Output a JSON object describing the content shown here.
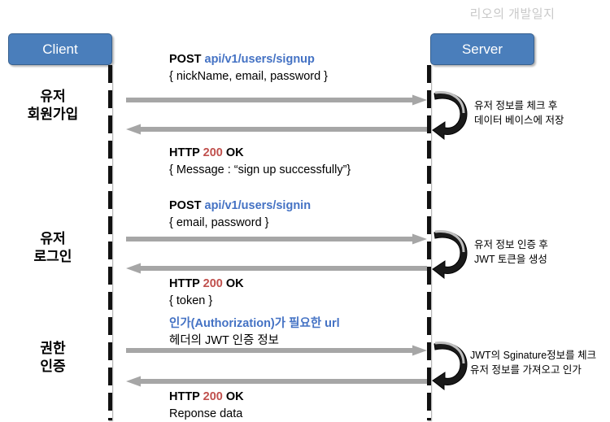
{
  "watermark": "리오의 개발일지",
  "actors": {
    "client": "Client",
    "server": "Server"
  },
  "colors": {
    "actor_box": "#4a7ebb",
    "actor_border": "#38618f",
    "arrow": "#a6a6a6",
    "lifeline": "#111111",
    "accent_blue": "#4472c4",
    "status_red": "#c0504d",
    "watermark": "#c9c9c9"
  },
  "phases": [
    {
      "label_line1": "유저",
      "label_line2": "회원가입"
    },
    {
      "label_line1": "유저",
      "label_line2": "로그인"
    },
    {
      "label_line1": "권한",
      "label_line2": "인증"
    }
  ],
  "messages": [
    {
      "method": "POST",
      "path": "api/v1/users/signup",
      "body": "{ nickName, email, password }",
      "direction": "request"
    },
    {
      "status_prefix": "HTTP",
      "status_code": "200",
      "status_text": "OK",
      "body": "{ Message : “sign up successfully”}",
      "direction": "response"
    },
    {
      "method": "POST",
      "path": "api/v1/users/signin",
      "body": "{ email, password }",
      "direction": "request"
    },
    {
      "status_prefix": "HTTP",
      "status_code": "200",
      "status_text": "OK",
      "body": "{ token }",
      "direction": "response"
    },
    {
      "path": "인가(Authorization)가 필요한 url",
      "body": "헤더의 JWT 인증 정보",
      "direction": "request"
    },
    {
      "status_prefix": "HTTP",
      "status_code": "200",
      "status_text": "OK",
      "body": "Reponse data",
      "direction": "response"
    }
  ],
  "notes": [
    {
      "line1": "유저 정보를 체크 후",
      "line2": "데이터 베이스에 저장"
    },
    {
      "line1": "유저 정보 인증 후",
      "line2": "JWT 토큰을 생성"
    },
    {
      "line1": "JWT의 Sginature정보를 체크",
      "line2": "유저 정보를 가져오고 인가"
    }
  ],
  "icons": {
    "self_loop": "circular-arrow-icon",
    "request_arrow": "arrow-right-icon",
    "response_arrow": "arrow-left-icon"
  }
}
